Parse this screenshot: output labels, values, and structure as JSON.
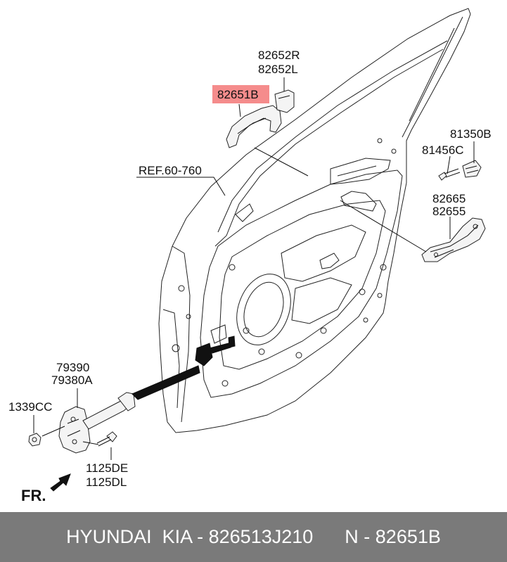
{
  "labels": {
    "p82652R": "82652R",
    "p82652L": "82652L",
    "p82651B": "82651B",
    "p81350B": "81350B",
    "p81456C": "81456C",
    "ref": "REF.60-760",
    "p82665": "82665",
    "p82655": "82655",
    "p79390": "79390",
    "p79380A": "79380A",
    "p1339CC": "1339CC",
    "p1125DE": "1125DE",
    "p1125DL": "1125DL",
    "fr": "FR."
  },
  "footer": {
    "brand": "HYUNDAI  KIA - 826513J210",
    "part": "N - 82651B"
  },
  "colors": {
    "highlight": "#f58c8c",
    "footer_bg": "#7a7a7a",
    "footer_text": "#ffffff"
  }
}
